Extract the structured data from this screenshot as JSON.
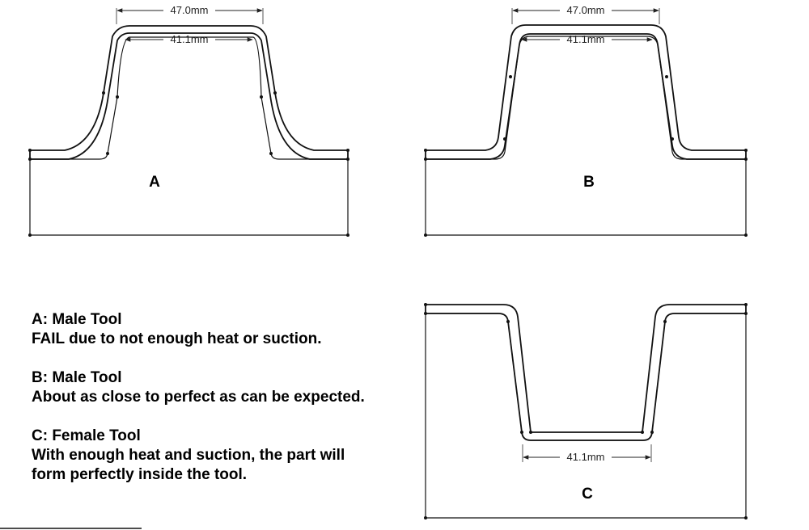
{
  "diagrams": [
    {
      "id": "A",
      "label": "A",
      "dimensions": [
        "47.0mm",
        "41.1mm"
      ]
    },
    {
      "id": "B",
      "label": "B",
      "dimensions": [
        "47.0mm",
        "41.1mm"
      ]
    },
    {
      "id": "C",
      "label": "C",
      "dimensions": [
        "41.1mm"
      ]
    }
  ],
  "legend": [
    {
      "title": "A: Male Tool",
      "description": "FAIL due to not enough heat or suction."
    },
    {
      "title": "B: Male Tool",
      "description": "About as close to perfect as can be expected."
    },
    {
      "title": "C: Female Tool",
      "description_lines": [
        "With enough heat and suction, the part will",
        "form perfectly inside the tool."
      ]
    }
  ]
}
